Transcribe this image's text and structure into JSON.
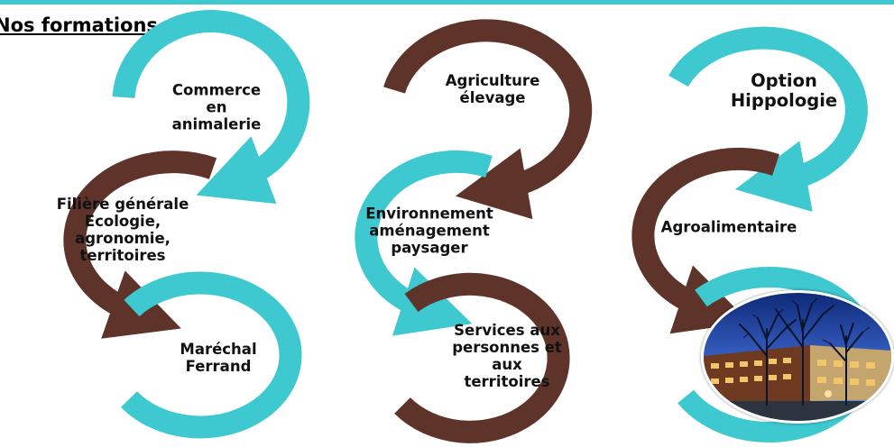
{
  "colors": {
    "teal": "#3EC8D0",
    "brown": "#5E342A",
    "topbar": "#3EC8D0"
  },
  "heading": {
    "main": "Nos formations",
    "suffix": " :"
  },
  "items": {
    "commerce": [
      "Commerce",
      "en",
      "animalerie"
    ],
    "generale": [
      "Filière générale",
      "Ecologie,",
      "agronomie,",
      "territoires"
    ],
    "marechal": [
      "Maréchal",
      "Ferrand"
    ],
    "agriculture": [
      "Agriculture",
      "élevage"
    ],
    "environnement": [
      "Environnement",
      "aménagement",
      "paysager"
    ],
    "services": [
      "Services aux",
      "personnes et",
      "aux",
      "territoires"
    ],
    "hippologie": [
      "Option",
      "Hippologie"
    ],
    "agroalimentaire": [
      "Agroalimentaire"
    ]
  },
  "photo": {
    "subject": "school-building-at-dusk"
  }
}
